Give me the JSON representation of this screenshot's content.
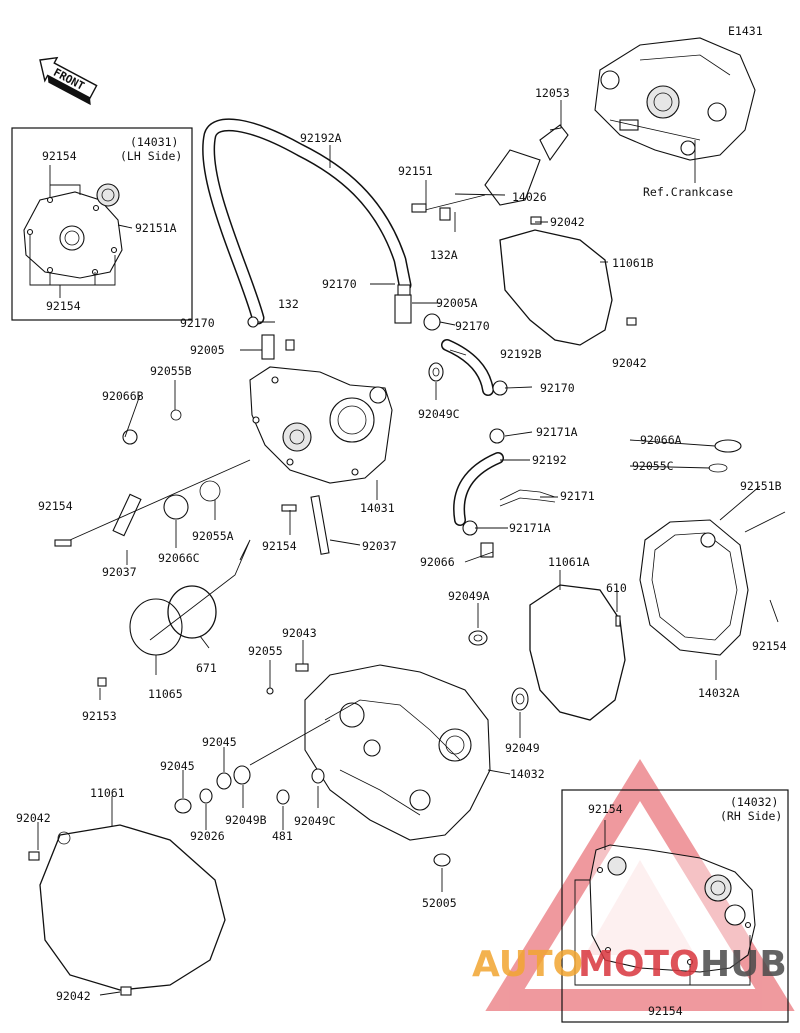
{
  "diagram_code": "E1431",
  "front_label": "FRONT",
  "ref_crankcase": "Ref.Crankcase",
  "lh_box": {
    "line1": "(14031)",
    "line2": "(LH Side)",
    "labels": [
      "92154",
      "92151A",
      "92154"
    ]
  },
  "rh_box": {
    "line1": "(14032)",
    "line2": "(RH Side)",
    "labels": [
      "92154",
      "92154"
    ]
  },
  "labels": {
    "p12053": "12053",
    "p92192A": "92192A",
    "p92151": "92151",
    "p14026": "14026",
    "p92042_top": "92042",
    "p132A": "132A",
    "p11061B": "11061B",
    "p92170_a": "92170",
    "p92005A": "92005A",
    "p92170_b": "92170",
    "p132": "132",
    "p92170_c": "92170",
    "p92005": "92005",
    "p92192B": "92192B",
    "p92042_mid": "92042",
    "p92055B": "92055B",
    "p92170_d": "92170",
    "p92066B": "92066B",
    "p92049C_top": "92049C",
    "p92171A_a": "92171A",
    "p92066A": "92066A",
    "p92192": "92192",
    "p92055C": "92055C",
    "p92154_left": "92154",
    "p14031": "14031",
    "p92171": "92171",
    "p92151B": "92151B",
    "p92154_mid": "92154",
    "p92037_right": "92037",
    "p92171A_b": "92171A",
    "p92055A": "92055A",
    "p92037_left": "92037",
    "p92066C": "92066C",
    "p92066": "92066",
    "p11061A": "11061A",
    "p610": "610",
    "p92049A": "92049A",
    "p92043": "92043",
    "p92154_rightside": "92154",
    "p92055": "92055",
    "p671": "671",
    "p11065": "11065",
    "p14032A": "14032A",
    "p92153": "92153",
    "p92049": "92049",
    "p92045_a": "92045",
    "p92045_b": "92045",
    "p14032": "14032",
    "p11061": "11061",
    "p92049B": "92049B",
    "p481": "481",
    "p92049C_bot": "92049C",
    "p92042_bl": "92042",
    "p92026": "92026",
    "p52005": "52005",
    "p92042_bot": "92042"
  },
  "watermark": {
    "part1": "AUTO",
    "part2": "MOTO",
    "part3": "HUB",
    "color_orange": "#f2a531",
    "color_red": "#d9363e",
    "color_dark": "#4a4a4a"
  }
}
